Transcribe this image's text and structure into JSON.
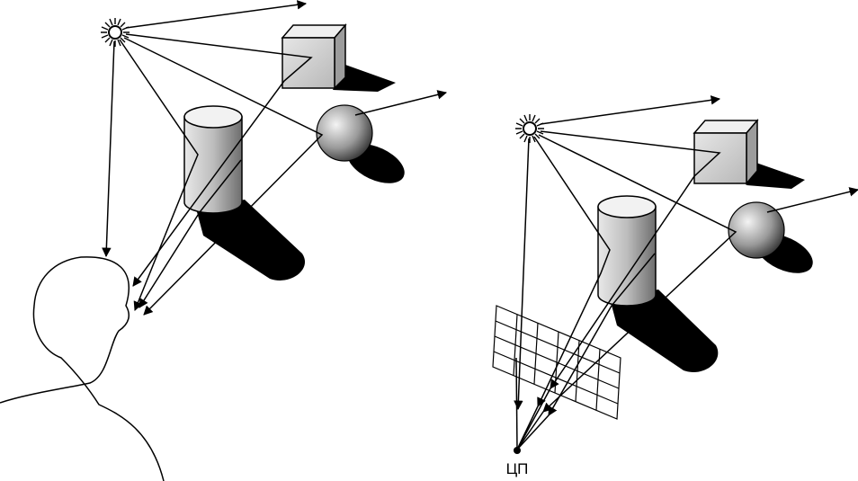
{
  "diagrams": [
    {
      "id": "eye-viewer",
      "objects": [
        "light-source",
        "cube",
        "sphere",
        "cylinder",
        "viewer-head"
      ]
    },
    {
      "id": "projection-plane",
      "objects": [
        "light-source",
        "cube",
        "sphere",
        "cylinder",
        "pixel-grid",
        "projection-center"
      ]
    }
  ],
  "labels": {
    "projection_center": "ЦП"
  },
  "colors": {
    "ink": "#000000",
    "background": "#ffffff",
    "object_fill": "#dcdcdc",
    "shadow": "#000000"
  },
  "icons": [
    "light-source-icon",
    "cube-icon",
    "sphere-icon",
    "cylinder-icon",
    "head-silhouette-icon",
    "pixel-grid-icon"
  ]
}
